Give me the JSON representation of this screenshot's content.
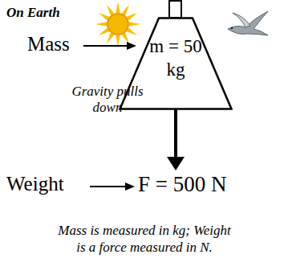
{
  "diagram": {
    "caption": "Mass is measured in kg; Weight is a force measured in N.",
    "nodes": [
      {
        "text": [
          "m = 50 kg"
        ]
      }
    ],
    "labels": [
      "On Earth",
      "Mass",
      "Gravity pulls down",
      "Weight",
      "F = 500 N"
    ]
  }
}
